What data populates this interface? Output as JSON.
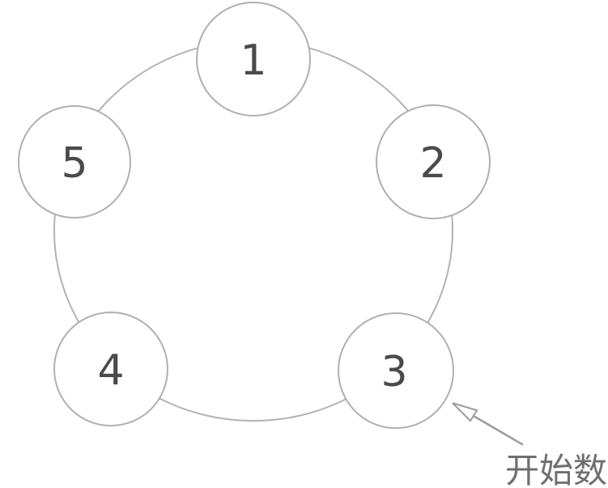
{
  "page": {
    "background": "#ffffff"
  },
  "diagram": {
    "type": "ring-of-numbered-nodes",
    "nodes": [
      {
        "label": "1",
        "position": "top"
      },
      {
        "label": "2",
        "position": "upper-right"
      },
      {
        "label": "3",
        "position": "lower-right"
      },
      {
        "label": "4",
        "position": "lower-left"
      },
      {
        "label": "5",
        "position": "upper-left"
      }
    ],
    "annotation": {
      "text": "开始数",
      "points_to_node": "3"
    },
    "colors": {
      "ring_stroke": "#b3b3b3",
      "node_stroke": "#b0b0b0",
      "node_fill": "#ffffff",
      "digit": "#4a4a4a",
      "arrow": "#9c9c9c",
      "arrowhead_fill": "#ffffff",
      "annotation_text": "#6f6f6f"
    }
  }
}
